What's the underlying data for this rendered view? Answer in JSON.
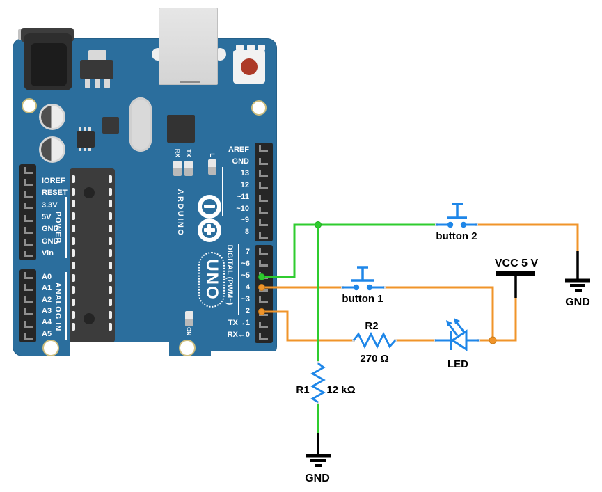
{
  "colors": {
    "board": "#2b6e9d",
    "wire_green": "#2fcc2f",
    "wire_orange": "#f0942a",
    "comp_blue": "#1e86e8",
    "reset_red": "#ad3a28"
  },
  "board": {
    "brand": "ARDUINO",
    "model": "UNO",
    "on_label": "ON",
    "rx_label": "RX",
    "tx_label": "TX",
    "l_label": "L",
    "power_section_label": "POWER",
    "analog_section_label": "ANALOG IN",
    "digital_section_label": "DIGITAL (PWM~)",
    "power_pins": [
      "IOREF",
      "RESET",
      "3.3V",
      "5V",
      "GND",
      "GND",
      "Vin"
    ],
    "analog_pins": [
      "A0",
      "A1",
      "A2",
      "A3",
      "A4",
      "A5"
    ],
    "digital_pins_top": [
      "AREF",
      "GND",
      "13",
      "12",
      "~11",
      "~10",
      "~9",
      "8"
    ],
    "digital_pins_bottom": [
      "7",
      "~6",
      "~5",
      "4",
      "~3",
      "2",
      "TX→1",
      "RX←0"
    ]
  },
  "circuit": {
    "button1": {
      "label": "button 1"
    },
    "button2": {
      "label": "button 2"
    },
    "r1": {
      "name": "R1",
      "value": "12 kΩ"
    },
    "r2": {
      "name": "R2",
      "value": "270 Ω"
    },
    "led": {
      "label": "LED"
    },
    "vcc": {
      "label": "VCC 5 V"
    },
    "gnd_right": {
      "label": "GND"
    },
    "gnd_bottom": {
      "label": "GND"
    }
  }
}
